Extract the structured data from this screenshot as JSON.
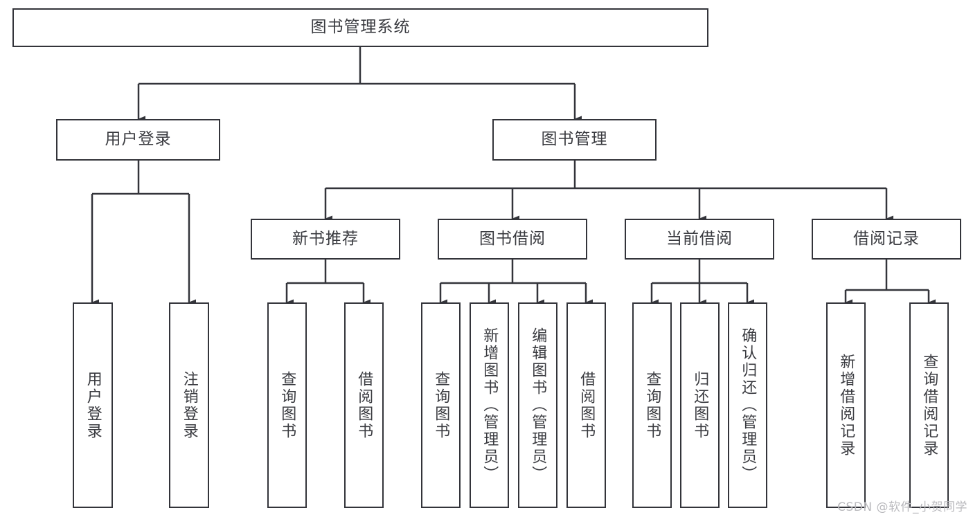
{
  "diagram": {
    "title": "图书管理系统",
    "type": "hierarchy-tree",
    "root": {
      "id": "root",
      "label": "图书管理系统",
      "orientation": "horizontal"
    },
    "level2": [
      {
        "id": "user-login",
        "label": "用户登录",
        "orientation": "horizontal"
      },
      {
        "id": "book-manage",
        "label": "图书管理",
        "orientation": "horizontal"
      }
    ],
    "level3": [
      {
        "id": "new-book-recommend",
        "label": "新书推荐",
        "orientation": "horizontal",
        "parent": "book-manage"
      },
      {
        "id": "book-borrow",
        "label": "图书借阅",
        "orientation": "horizontal",
        "parent": "book-manage"
      },
      {
        "id": "current-borrow",
        "label": "当前借阅",
        "orientation": "horizontal",
        "parent": "book-manage"
      },
      {
        "id": "borrow-record",
        "label": "借阅记录",
        "orientation": "horizontal",
        "parent": "book-manage"
      }
    ],
    "leaves": [
      {
        "id": "leaf-user-login",
        "label": "用户登录",
        "parent": "user-login"
      },
      {
        "id": "leaf-user-logout",
        "label": "注销登录",
        "parent": "user-login"
      },
      {
        "id": "leaf-query-book-1",
        "label": "查询图书",
        "parent": "new-book-recommend"
      },
      {
        "id": "leaf-borrow-book-1",
        "label": "借阅图书",
        "parent": "new-book-recommend"
      },
      {
        "id": "leaf-query-book-2",
        "label": "查询图书",
        "parent": "book-borrow"
      },
      {
        "id": "leaf-add-book",
        "label": "新增图书（管理员）",
        "parent": "book-borrow"
      },
      {
        "id": "leaf-edit-book",
        "label": "编辑图书（管理员）",
        "parent": "book-borrow"
      },
      {
        "id": "leaf-borrow-book-2",
        "label": "借阅图书",
        "parent": "book-borrow"
      },
      {
        "id": "leaf-query-book-3",
        "label": "查询图书",
        "parent": "current-borrow"
      },
      {
        "id": "leaf-return-book",
        "label": "归还图书",
        "parent": "current-borrow"
      },
      {
        "id": "leaf-confirm-return",
        "label": "确认归还（管理员）",
        "parent": "current-borrow"
      },
      {
        "id": "leaf-add-record",
        "label": "新增借阅记录",
        "parent": "borrow-record"
      },
      {
        "id": "leaf-query-record",
        "label": "查询借阅记录",
        "parent": "borrow-record"
      }
    ],
    "watermark": "CSDN @软件_小贺同学",
    "colors": {
      "stroke": "#33343a",
      "fill": "#ffffff",
      "text": "#3a3b40",
      "watermark": "#b9b9bd"
    }
  }
}
